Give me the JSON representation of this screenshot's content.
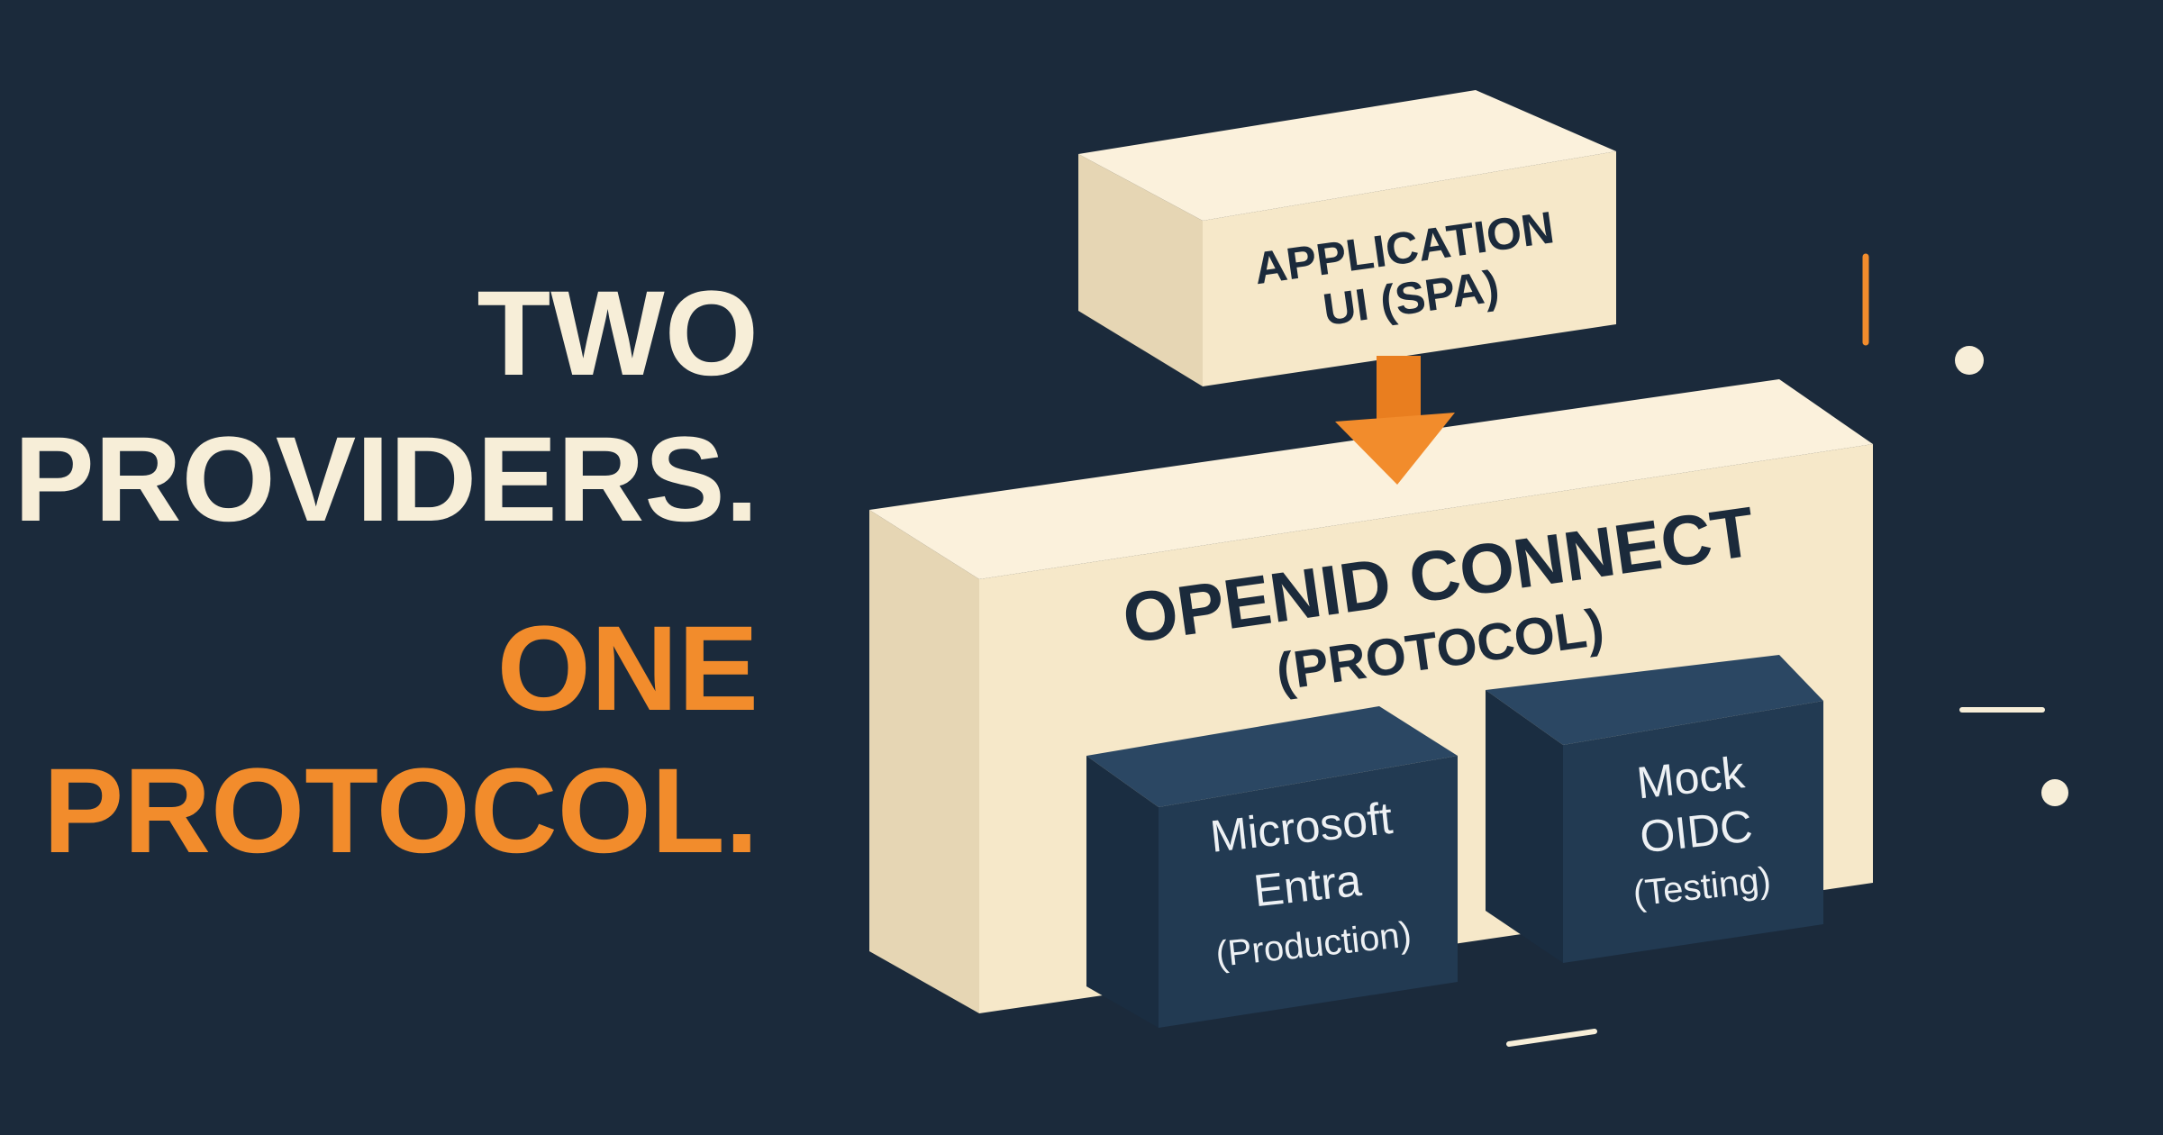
{
  "headline": {
    "line1": "TWO",
    "line2": "PROVIDERS.",
    "line3": "ONE",
    "line4": "PROTOCOL."
  },
  "diagram": {
    "app_box": {
      "line1": "APPLICATION",
      "line2": "UI (SPA)"
    },
    "protocol_box": {
      "line1": "OPENID CONNECT",
      "line2": "(PROTOCOL)"
    },
    "providers": [
      {
        "line1": "Microsoft",
        "line2": "Entra",
        "line3": "(Production)"
      },
      {
        "line1": "Mock",
        "line2": "OIDC",
        "line3": "(Testing)"
      }
    ]
  },
  "colors": {
    "background": "#1b2a3b",
    "cream": "#f7eed8",
    "accent": "#f28c2c",
    "provider_box": "#223a52"
  }
}
